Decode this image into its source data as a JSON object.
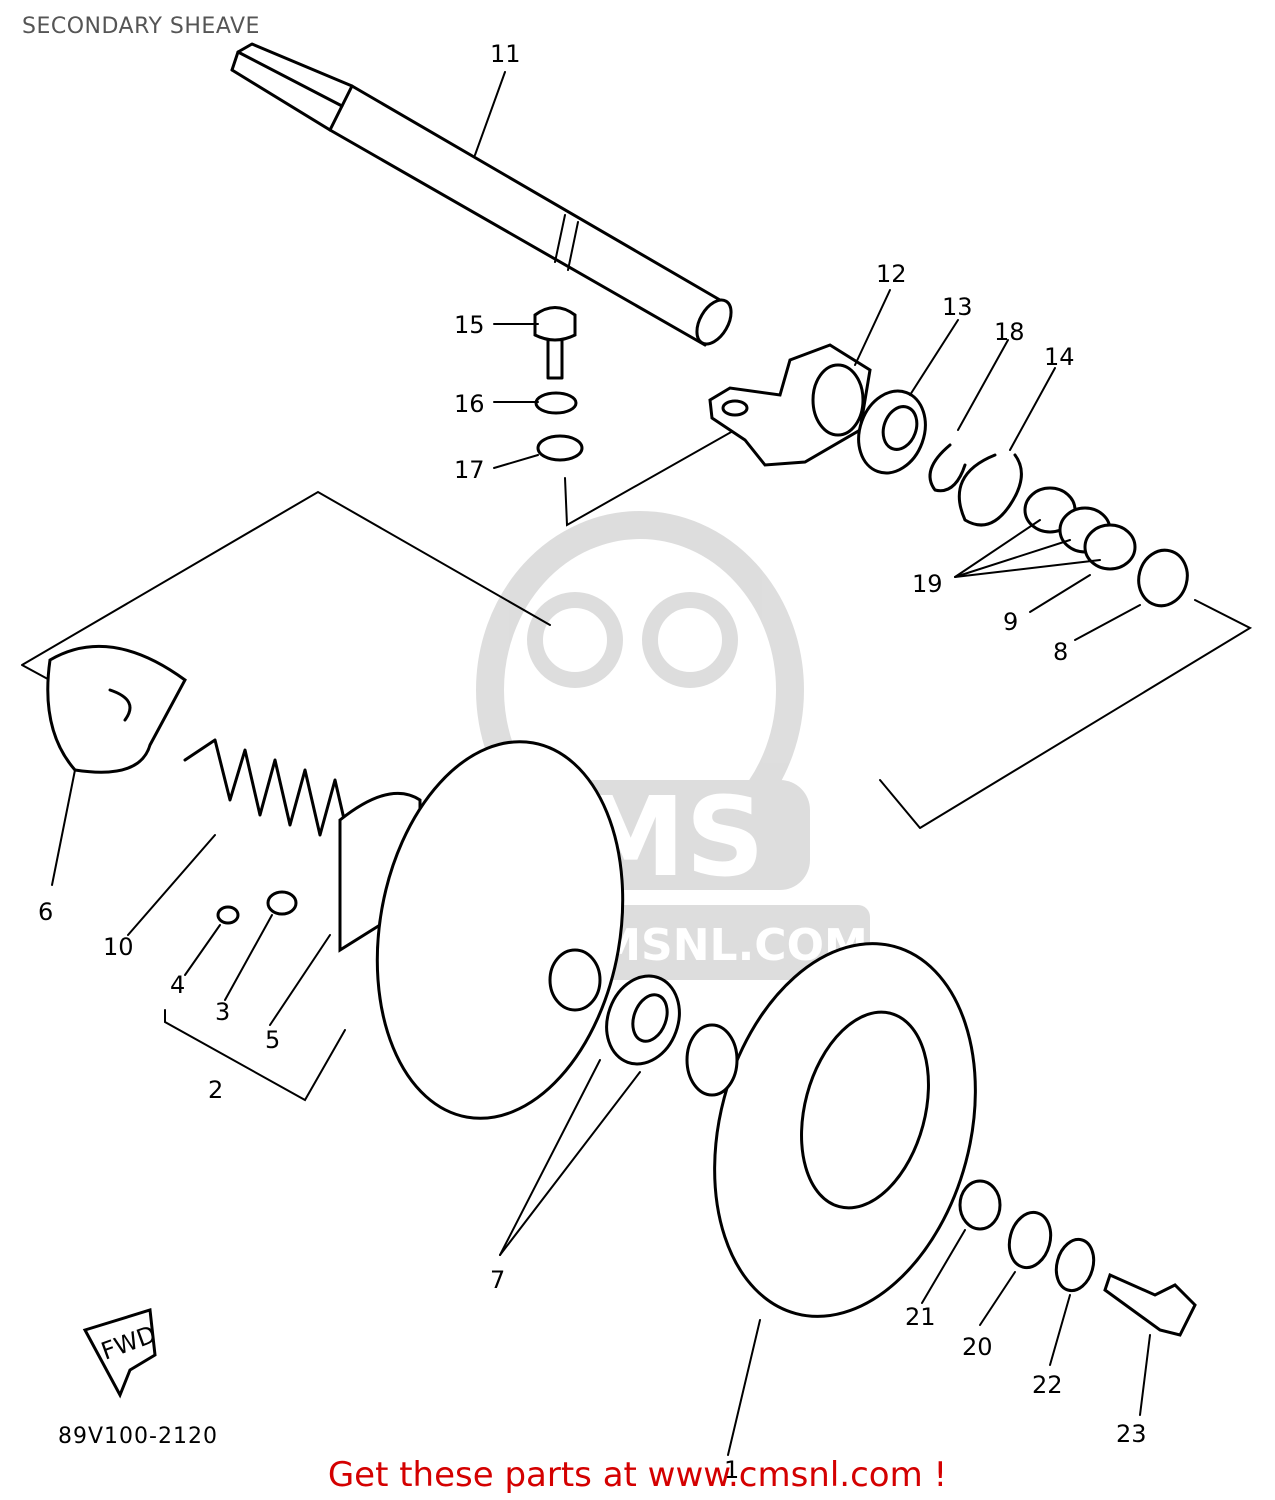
{
  "title": "SECONDARY SHEAVE",
  "watermark": {
    "brand": "CMS",
    "url": "WWW.CMSNL.COM"
  },
  "diagram_code": "89V100-2120",
  "fwd_label": "FWD",
  "promo": "Get these parts at www.cmsnl.com !",
  "callouts": {
    "n1": "1",
    "n2": "2",
    "n3": "3",
    "n4": "4",
    "n5": "5",
    "n6": "6",
    "n7": "7",
    "n8": "8",
    "n9": "9",
    "n10": "10",
    "n11": "11",
    "n12": "12",
    "n13": "13",
    "n14": "14",
    "n15": "15",
    "n16": "16",
    "n17": "17",
    "n18": "18",
    "n19": "19",
    "n20": "20",
    "n21": "21",
    "n22": "22",
    "n23": "23"
  }
}
